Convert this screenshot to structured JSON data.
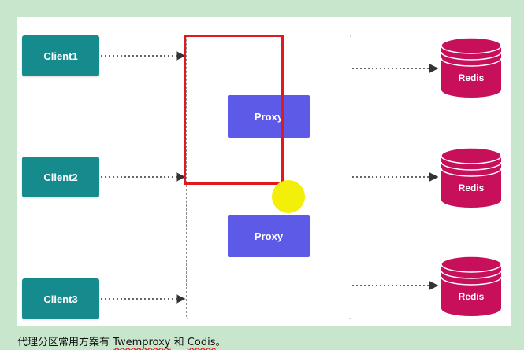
{
  "clients": [
    "Client1",
    "Client2",
    "Client3"
  ],
  "proxies": [
    "Proxy",
    "Proxy"
  ],
  "redis": [
    "Redis",
    "Redis",
    "Redis"
  ],
  "caption": {
    "prefix": "代理分区常用方案有",
    "term1": "Twemproxy",
    "joiner": "和",
    "term2": "Codis",
    "suffix": "。"
  },
  "colors": {
    "background": "#c7e6cb",
    "client": "#168b8e",
    "proxy": "#5e5ae8",
    "redis": "#c8105a",
    "highlight_box": "#e0191f",
    "cursor": "#f3ef08"
  }
}
